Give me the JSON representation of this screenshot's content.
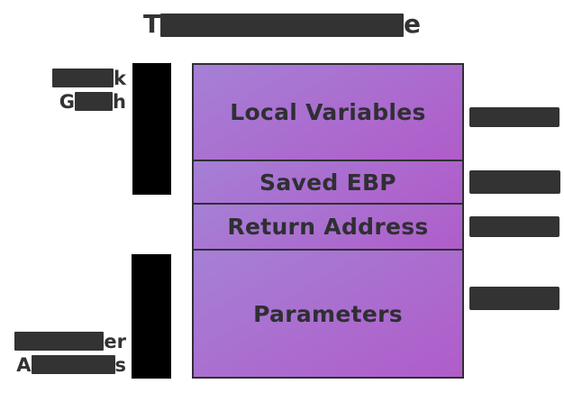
{
  "title": {
    "visible_prefix": "T",
    "visible_suffix": "e",
    "redacted": true,
    "redaction_note": "middle of title is covered by a solid dark redaction bar"
  },
  "colors": {
    "background": "#ffffff",
    "text": "#333333",
    "frame_border": "#2f2f33",
    "frame_gradient_start": "#a580d6",
    "frame_gradient_end": "#b05cc9",
    "redaction": "#333333",
    "black_bar": "#000000"
  },
  "stack_frame": {
    "segments": [
      {
        "label": "Local Variables",
        "name": "segment-local-variables"
      },
      {
        "label": "Saved EBP",
        "name": "segment-saved-ebp"
      },
      {
        "label": "Return Address",
        "name": "segment-return-address"
      },
      {
        "label": "Parameters",
        "name": "segment-parameters"
      }
    ]
  },
  "left_annotations": [
    {
      "name": "stack-growth-label",
      "line1_suffix": "k",
      "line2_prefix": "G",
      "line2_suffix": "h",
      "redacted": true
    },
    {
      "name": "higher-addresses-label",
      "line1_suffix": "er",
      "line2_prefix": "A",
      "line2_suffix": "s",
      "redacted": true
    }
  ],
  "left_bars": [
    {
      "name": "upper-black-bar",
      "redacted": true
    },
    {
      "name": "lower-black-bar",
      "redacted": true
    }
  ],
  "right_annotations": [
    {
      "name": "right-annotation-local-variables",
      "redacted": true,
      "text": ""
    },
    {
      "name": "right-annotation-saved-ebp",
      "redacted": true,
      "text": ""
    },
    {
      "name": "right-annotation-return-address",
      "redacted": true,
      "text": ""
    },
    {
      "name": "right-annotation-parameters",
      "redacted": true,
      "text": ""
    }
  ]
}
